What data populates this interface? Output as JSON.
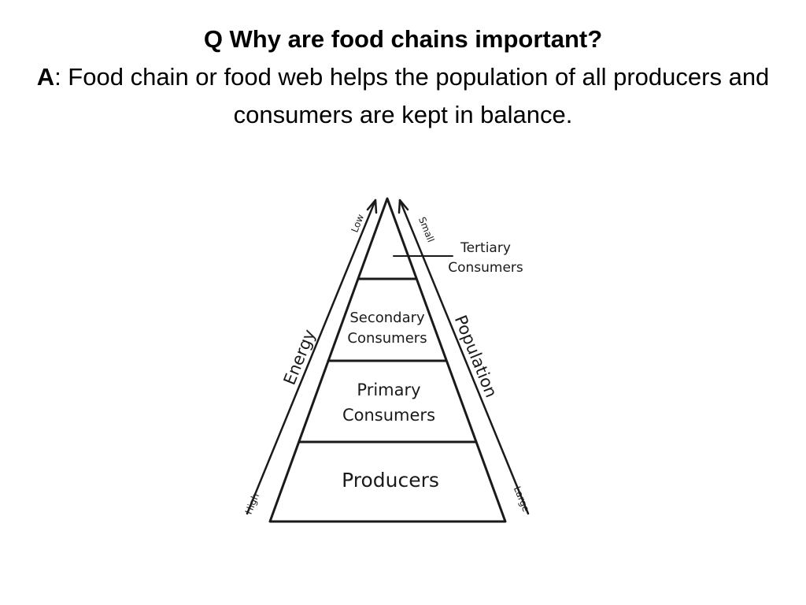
{
  "question": {
    "text": "Q  Why are food chains  important?"
  },
  "answer": {
    "prefix": "A",
    "text": ": Food chain or food web helps the population of all producers and consumers are kept in balance."
  },
  "pyramid": {
    "levels": [
      {
        "line1": "Tertiary",
        "line2": "Consumers"
      },
      {
        "line1": "Secondary",
        "line2": "Consumers"
      },
      {
        "line1": "Primary",
        "line2": "Consumers"
      },
      {
        "line1": "Producers",
        "line2": ""
      }
    ],
    "left_axis": {
      "label": "Energy",
      "top": "Low",
      "bottom": "High"
    },
    "right_axis": {
      "label": "Population",
      "top": "Small",
      "bottom": "Large"
    }
  },
  "colors": {
    "ink": "#1a1a1a",
    "background": "#ffffff"
  }
}
